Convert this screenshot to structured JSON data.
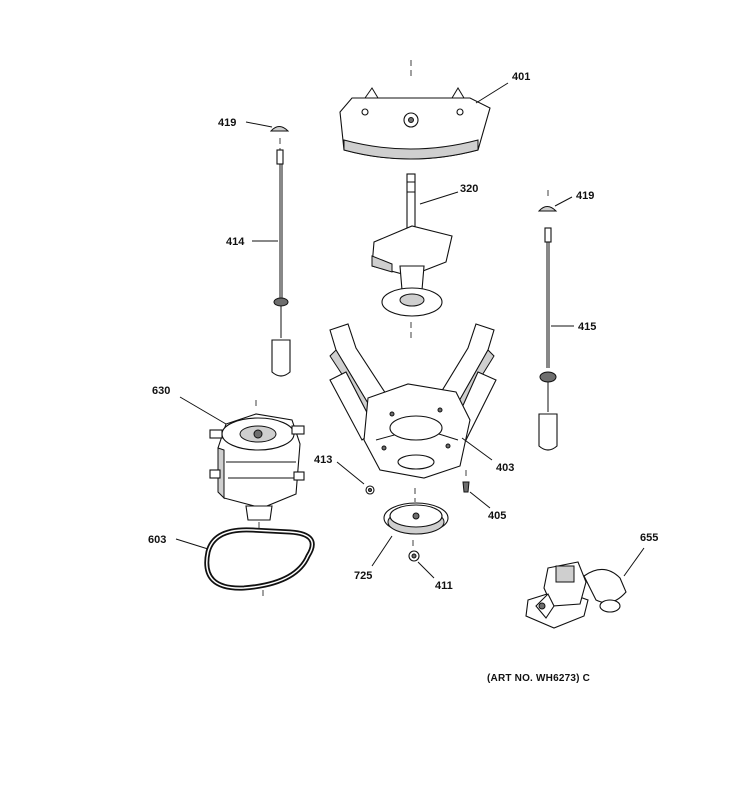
{
  "parts": [
    {
      "id": "p401",
      "label": "401"
    },
    {
      "id": "p419a",
      "label": "419"
    },
    {
      "id": "p320",
      "label": "320"
    },
    {
      "id": "p419b",
      "label": "419"
    },
    {
      "id": "p414",
      "label": "414"
    },
    {
      "id": "p415",
      "label": "415"
    },
    {
      "id": "p630",
      "label": "630"
    },
    {
      "id": "p413",
      "label": "413"
    },
    {
      "id": "p403",
      "label": "403"
    },
    {
      "id": "p405",
      "label": "405"
    },
    {
      "id": "p603",
      "label": "603"
    },
    {
      "id": "p725",
      "label": "725"
    },
    {
      "id": "p411",
      "label": "411"
    },
    {
      "id": "p655",
      "label": "655"
    }
  ],
  "art_number": "(ART NO. WH6273) C"
}
